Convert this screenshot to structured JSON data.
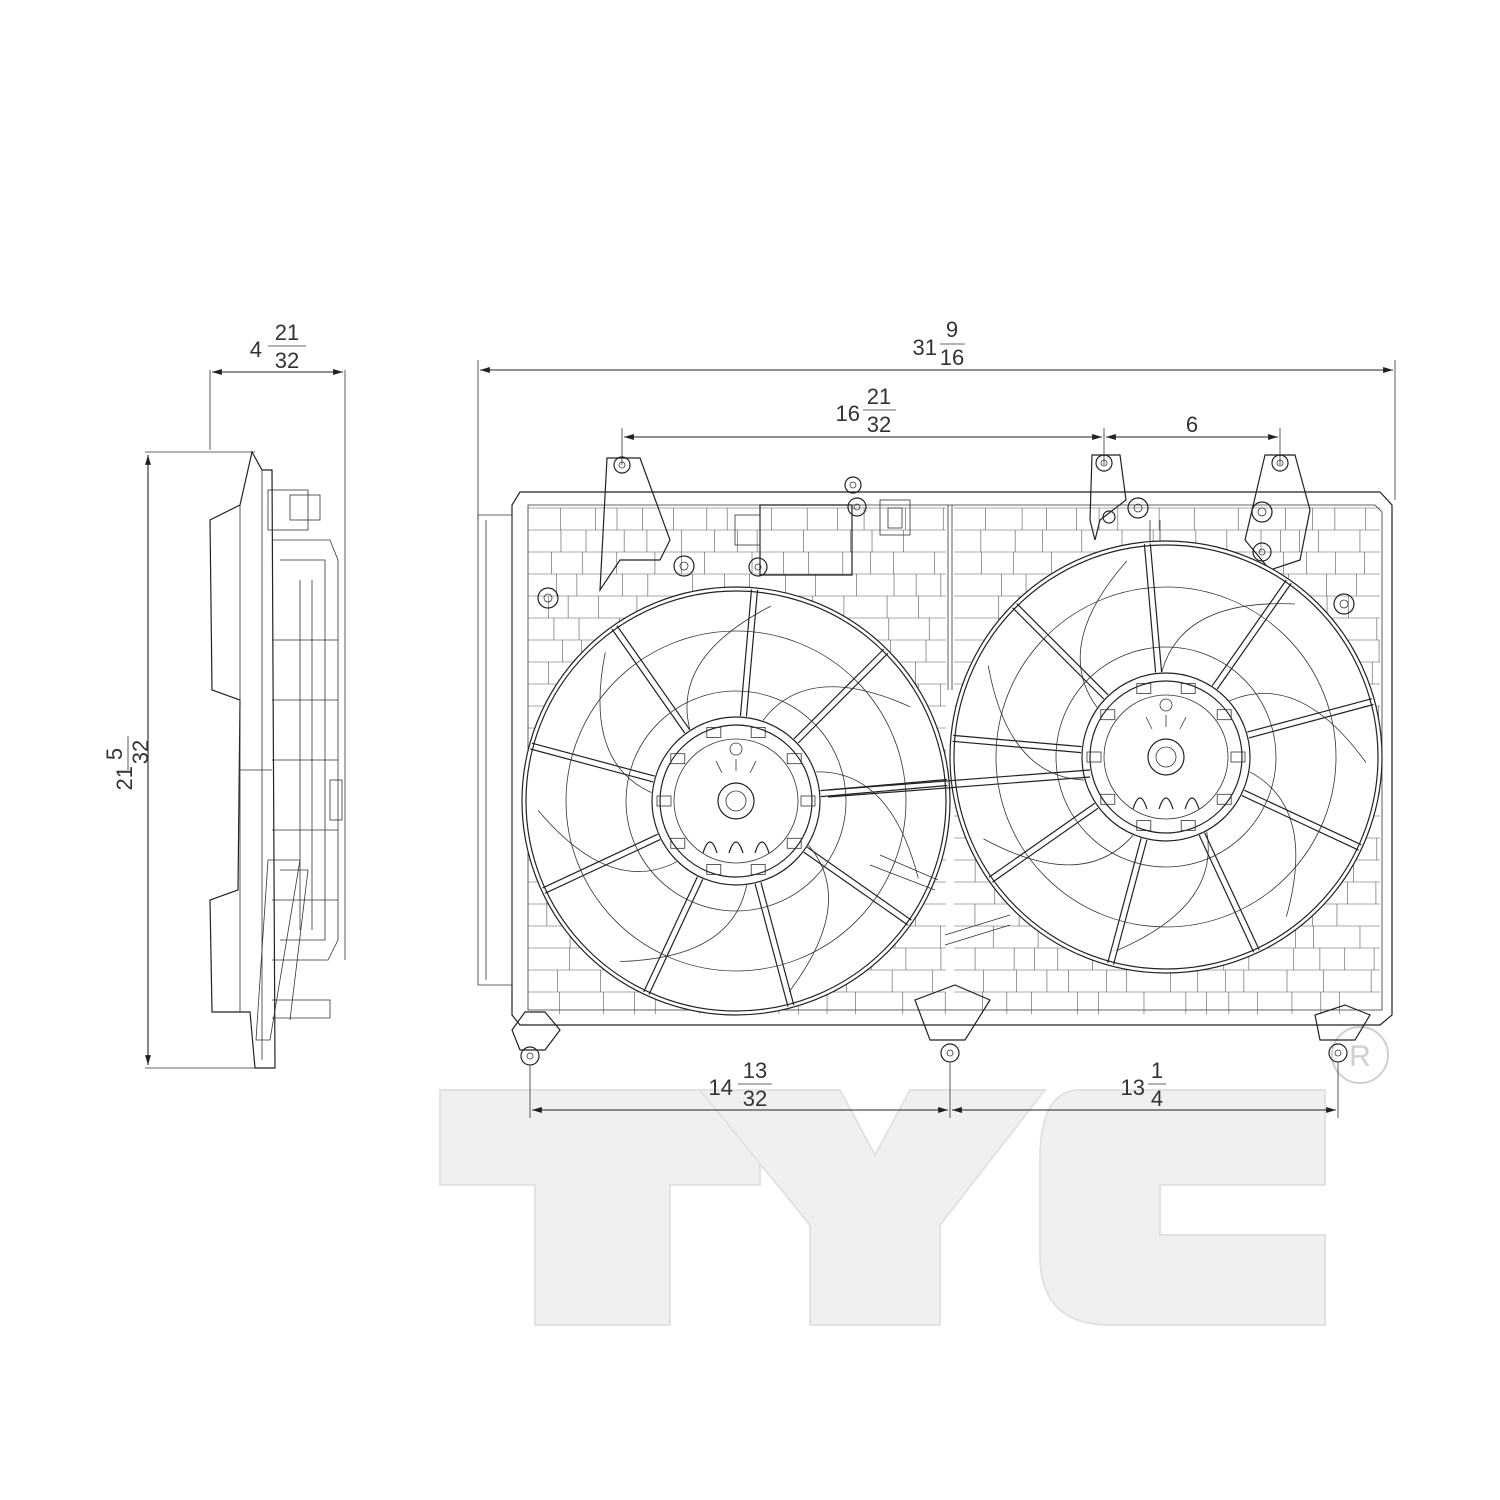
{
  "dimensions": {
    "overall_width": {
      "whole": "31",
      "num": "9",
      "den": "16"
    },
    "left_fan_to_mount": {
      "whole": "16",
      "num": "21",
      "den": "32"
    },
    "right_mount_spacing": {
      "whole": "6"
    },
    "side_depth": {
      "whole": "4",
      "num": "21",
      "den": "32"
    },
    "overall_height": {
      "whole": "21",
      "num": "5",
      "den": "32"
    },
    "bottom_left_span": {
      "whole": "14",
      "num": "13",
      "den": "32"
    },
    "bottom_right_span": {
      "whole": "13",
      "num": "1",
      "den": "4"
    }
  },
  "watermark": {
    "brand": "TYC",
    "mark": "R"
  }
}
